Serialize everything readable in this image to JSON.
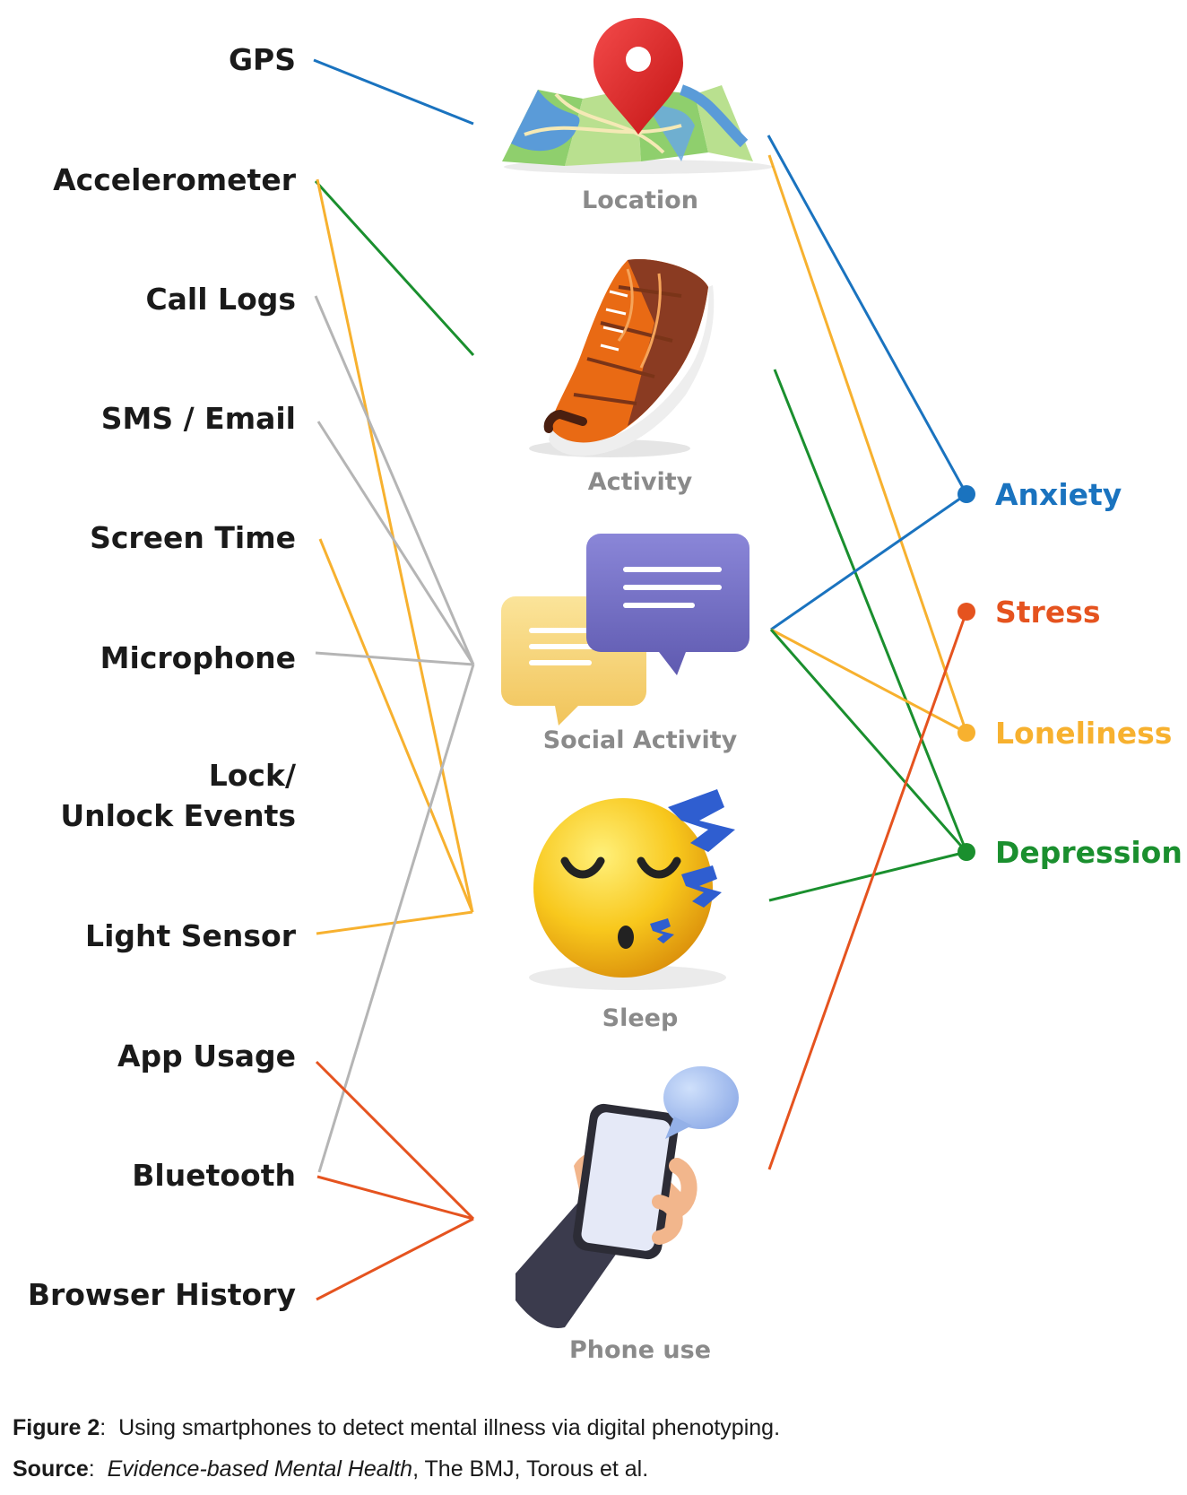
{
  "colors": {
    "anxiety": "#1a73bf",
    "stress": "#e5531f",
    "loneliness": "#f7b12f",
    "depression": "#1a8f2e",
    "neutral": "#b5b5b5"
  },
  "sensors": [
    {
      "id": "gps",
      "label": "GPS"
    },
    {
      "id": "accelerometer",
      "label": "Accelerometer"
    },
    {
      "id": "call-logs",
      "label": "Call Logs"
    },
    {
      "id": "sms-email",
      "label": "SMS / Email"
    },
    {
      "id": "screen-time",
      "label": "Screen Time"
    },
    {
      "id": "microphone",
      "label": "Microphone"
    },
    {
      "id": "lock-unlock",
      "label_line1": "Lock/",
      "label_line2": "Unlock Events"
    },
    {
      "id": "light-sensor",
      "label": "Light Sensor"
    },
    {
      "id": "app-usage",
      "label": "App Usage"
    },
    {
      "id": "bluetooth",
      "label": "Bluetooth"
    },
    {
      "id": "browser-history",
      "label": "Browser History"
    }
  ],
  "features": [
    {
      "id": "location",
      "label": "Location",
      "icon": "map-pin-icon"
    },
    {
      "id": "activity",
      "label": "Activity",
      "icon": "running-shoe-icon"
    },
    {
      "id": "social",
      "label": "Social Activity",
      "icon": "chat-bubbles-icon"
    },
    {
      "id": "sleep",
      "label": "Sleep",
      "icon": "sleeping-face-icon"
    },
    {
      "id": "phone",
      "label": "Phone use",
      "icon": "hand-phone-icon"
    }
  ],
  "conditions": [
    {
      "id": "anxiety",
      "label": "Anxiety"
    },
    {
      "id": "stress",
      "label": "Stress"
    },
    {
      "id": "loneliness",
      "label": "Loneliness"
    },
    {
      "id": "depression",
      "label": "Depression"
    }
  ],
  "caption": {
    "figure_label": "Figure 2",
    "figure_text": "Using smartphones to detect mental illness via digital phenotyping.",
    "source_label": "Source",
    "source_title": "Evidence-based Mental Health",
    "source_rest": ", The BMJ, Torous et al."
  }
}
